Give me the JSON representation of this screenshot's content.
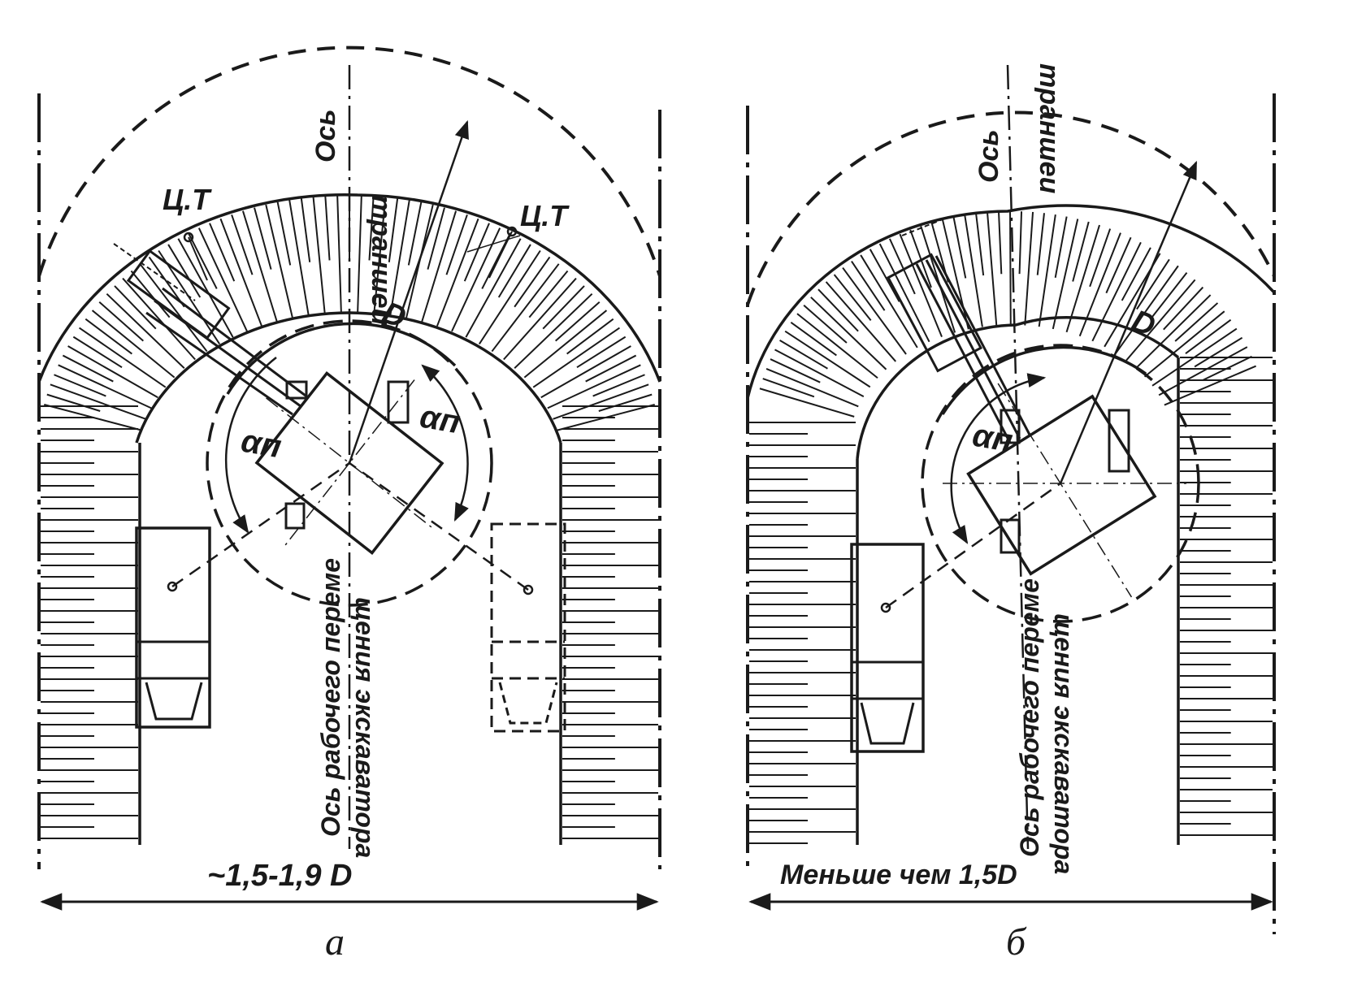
{
  "panels": [
    {
      "id": "a",
      "caption": "а",
      "width_label": "~1,5-1,9 D",
      "trench_axis_label": [
        "Ось",
        "траншеи"
      ],
      "travel_axis_label": [
        "Ось рабочего переме",
        "щения экскаватора"
      ],
      "cg_labels": [
        "Ц.Т",
        "Ц.Т"
      ],
      "diameter_label": "D",
      "angle_labels": [
        "αп",
        "αп"
      ]
    },
    {
      "id": "b",
      "caption": "б",
      "width_label": "Меньше чем 1,5D",
      "trench_axis_label": [
        "Ось",
        "траншеи"
      ],
      "travel_axis_label": [
        "Ось рабочего переме",
        "щения экскаватора"
      ],
      "diameter_label": "D",
      "angle_labels": [
        "αп"
      ]
    }
  ]
}
